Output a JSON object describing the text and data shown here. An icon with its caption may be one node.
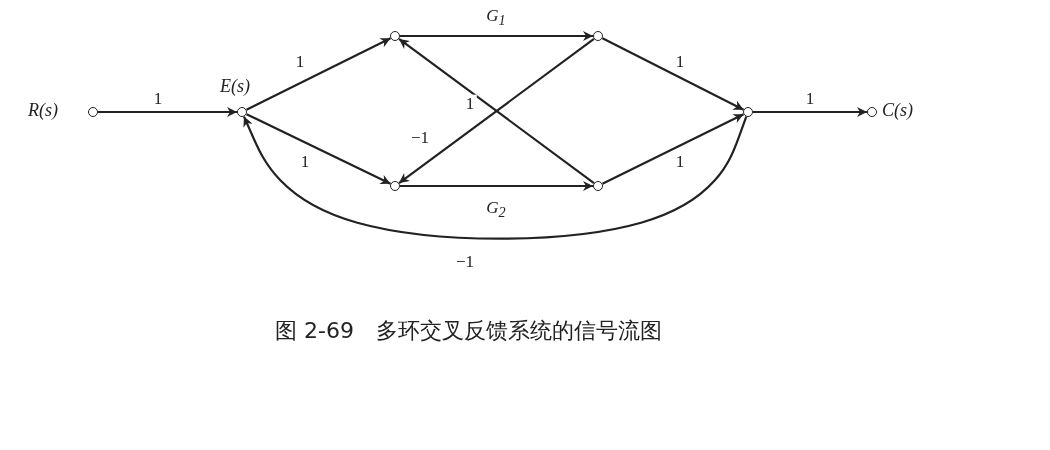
{
  "diagram": {
    "caption": "图 2-69　多环交叉反馈系统的信号流图",
    "nodes": [
      {
        "text": [],
        "shape": "circle",
        "beside": [
          "R(s)"
        ]
      },
      {
        "text": [],
        "shape": "circle",
        "beside": [
          "E(s)"
        ]
      },
      {
        "text": [],
        "shape": "circle"
      },
      {
        "text": [],
        "shape": "circle"
      },
      {
        "text": [],
        "shape": "circle"
      },
      {
        "text": [],
        "shape": "circle"
      },
      {
        "text": [],
        "shape": "circle"
      },
      {
        "text": [],
        "shape": "circle",
        "beside": [
          "C(s)"
        ]
      }
    ],
    "edges": [
      {
        "from": 0,
        "to": 1,
        "arrow": "to",
        "label": "1"
      },
      {
        "from": 1,
        "to": 2,
        "arrow": "to",
        "label": "1"
      },
      {
        "from": 1,
        "to": 4,
        "arrow": "to",
        "label": "1"
      },
      {
        "from": 2,
        "to": 3,
        "arrow": "to",
        "label": "G$_{1}$"
      },
      {
        "from": 4,
        "to": 5,
        "arrow": "to",
        "label": "G$_{2}$"
      },
      {
        "from": 3,
        "to": 4,
        "arrow": "to",
        "label": "−1"
      },
      {
        "from": 5,
        "to": 2,
        "arrow": "to",
        "label": "1"
      },
      {
        "from": 3,
        "to": 6,
        "arrow": "to",
        "label": "1"
      },
      {
        "from": 5,
        "to": 6,
        "arrow": "to",
        "label": "1"
      },
      {
        "from": 6,
        "to": 7,
        "arrow": "to",
        "label": "1"
      },
      {
        "from": 6,
        "to": 1,
        "arrow": "to",
        "label": "−1"
      }
    ]
  }
}
